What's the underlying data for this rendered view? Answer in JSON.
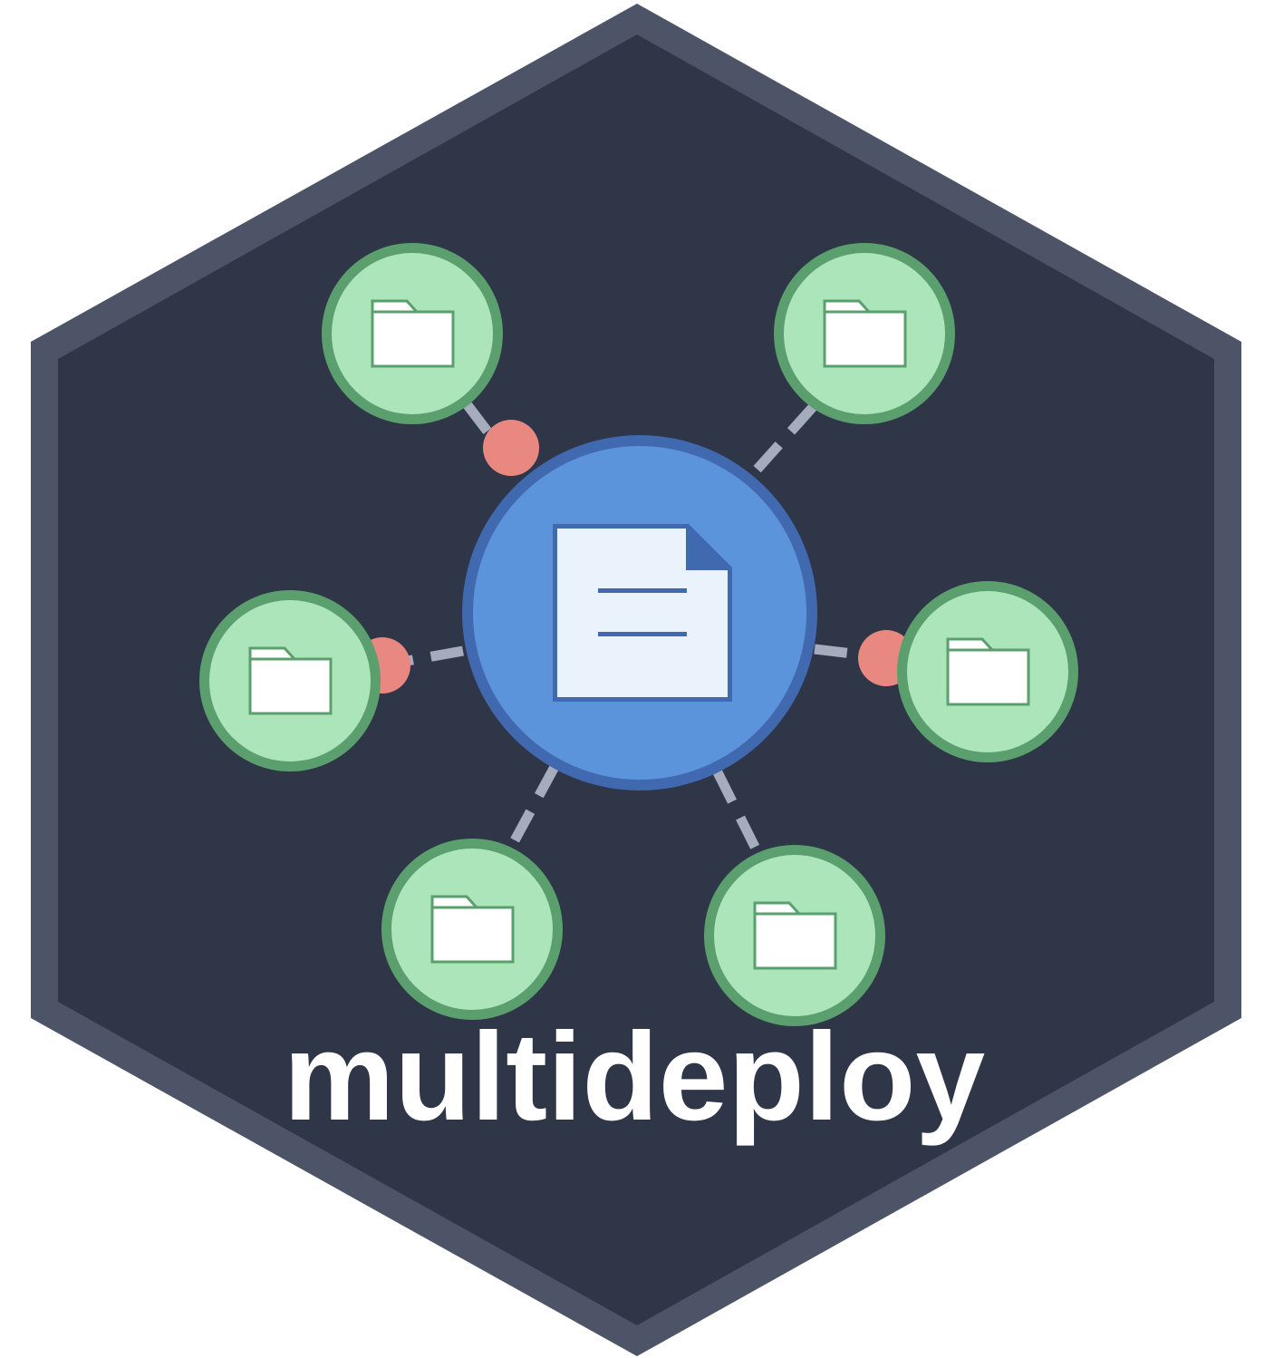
{
  "logo": {
    "title": "multideploy",
    "hex_fill": "#2e3648",
    "hex_border": "#4e5467",
    "hub_icon": "document-icon",
    "target_icon": "folder-icon",
    "colors": {
      "hub_fill": "#5b94da",
      "hub_stroke": "#4169b0",
      "doc_fill": "#eaf2fc",
      "target_fill": "#ace5b9",
      "target_stroke": "#5a9f6d",
      "connector": "#a4acbe",
      "dot": "#e98880"
    },
    "targets": [
      {
        "name": "target-top-left",
        "connected": true
      },
      {
        "name": "target-top-right",
        "connected": false
      },
      {
        "name": "target-middle-left",
        "connected": true
      },
      {
        "name": "target-middle-right",
        "connected": true
      },
      {
        "name": "target-bottom-left",
        "connected": false
      },
      {
        "name": "target-bottom-right",
        "connected": false
      }
    ]
  }
}
